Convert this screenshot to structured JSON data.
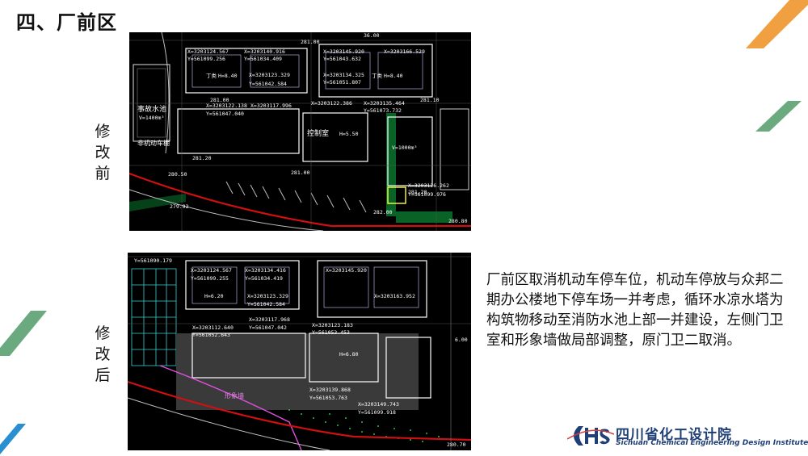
{
  "page": {
    "title": "四、厂前区",
    "label_before": [
      "修",
      "改",
      "前"
    ],
    "label_after": [
      "修",
      "改",
      "后"
    ],
    "description": "厂前区取消机动车停车位，机动车停放与众邦二期办公楼地下停车场一并考虑，循环水凉水塔为构筑物移动至消防水池上部一并建设，左侧门卫室和形象墙做局部调整，原门卫二取消。"
  },
  "logo": {
    "mark": "CHS",
    "name_cn": "四川省化工设计院",
    "name_en": "Sichuan Chemical Engineering Design Institute"
  },
  "drawing_before": {
    "labels": [
      "36.00",
      "281.00",
      "X=3203124.567",
      "Y=561099.256",
      "X=3203140.916",
      "Y=561034.409",
      "丁类",
      "H=8.40",
      "X=3203123.329",
      "Y=561042.584",
      "X=3203145.920",
      "Y=561043.632",
      "X=3203166.529",
      "X=3203134.325",
      "Y=561051.807",
      "丁类",
      "H=8.40",
      "281.00",
      "281.10",
      "X=3203122.138",
      "X=3203117.996",
      "Y=561047.040",
      "X=3203122.386",
      "X=3203135.464",
      "Y=561073.732",
      "281.20",
      "事故水池",
      "V=1400m³",
      "非机动车棚",
      "控制室",
      "H=5.50",
      "V=1000m³",
      "281.00",
      "281.20",
      "280.50",
      "279.92",
      "282.00",
      "280.80",
      "X=3203126.262",
      "Y=561099.976"
    ]
  },
  "drawing_after": {
    "labels": [
      "Y=561090.179",
      "X=3203124.567",
      "Y=561099.255",
      "X=3203134.416",
      "Y=561034.419",
      "X=3203123.329",
      "Y=561042.584",
      "H=6.20",
      "X=3203145.920",
      "X=3203163.952",
      "X=3203112.640",
      "X=3203117.968",
      "Y=561047.042",
      "Y=561052.643",
      "X=3203123.183",
      "Y=561053.453",
      "H=6.80",
      "X=3203139.868",
      "Y=561053.763",
      "X=3203149.743",
      "Y=561099.918",
      "形象墙",
      "280.70",
      "6.00"
    ]
  }
}
